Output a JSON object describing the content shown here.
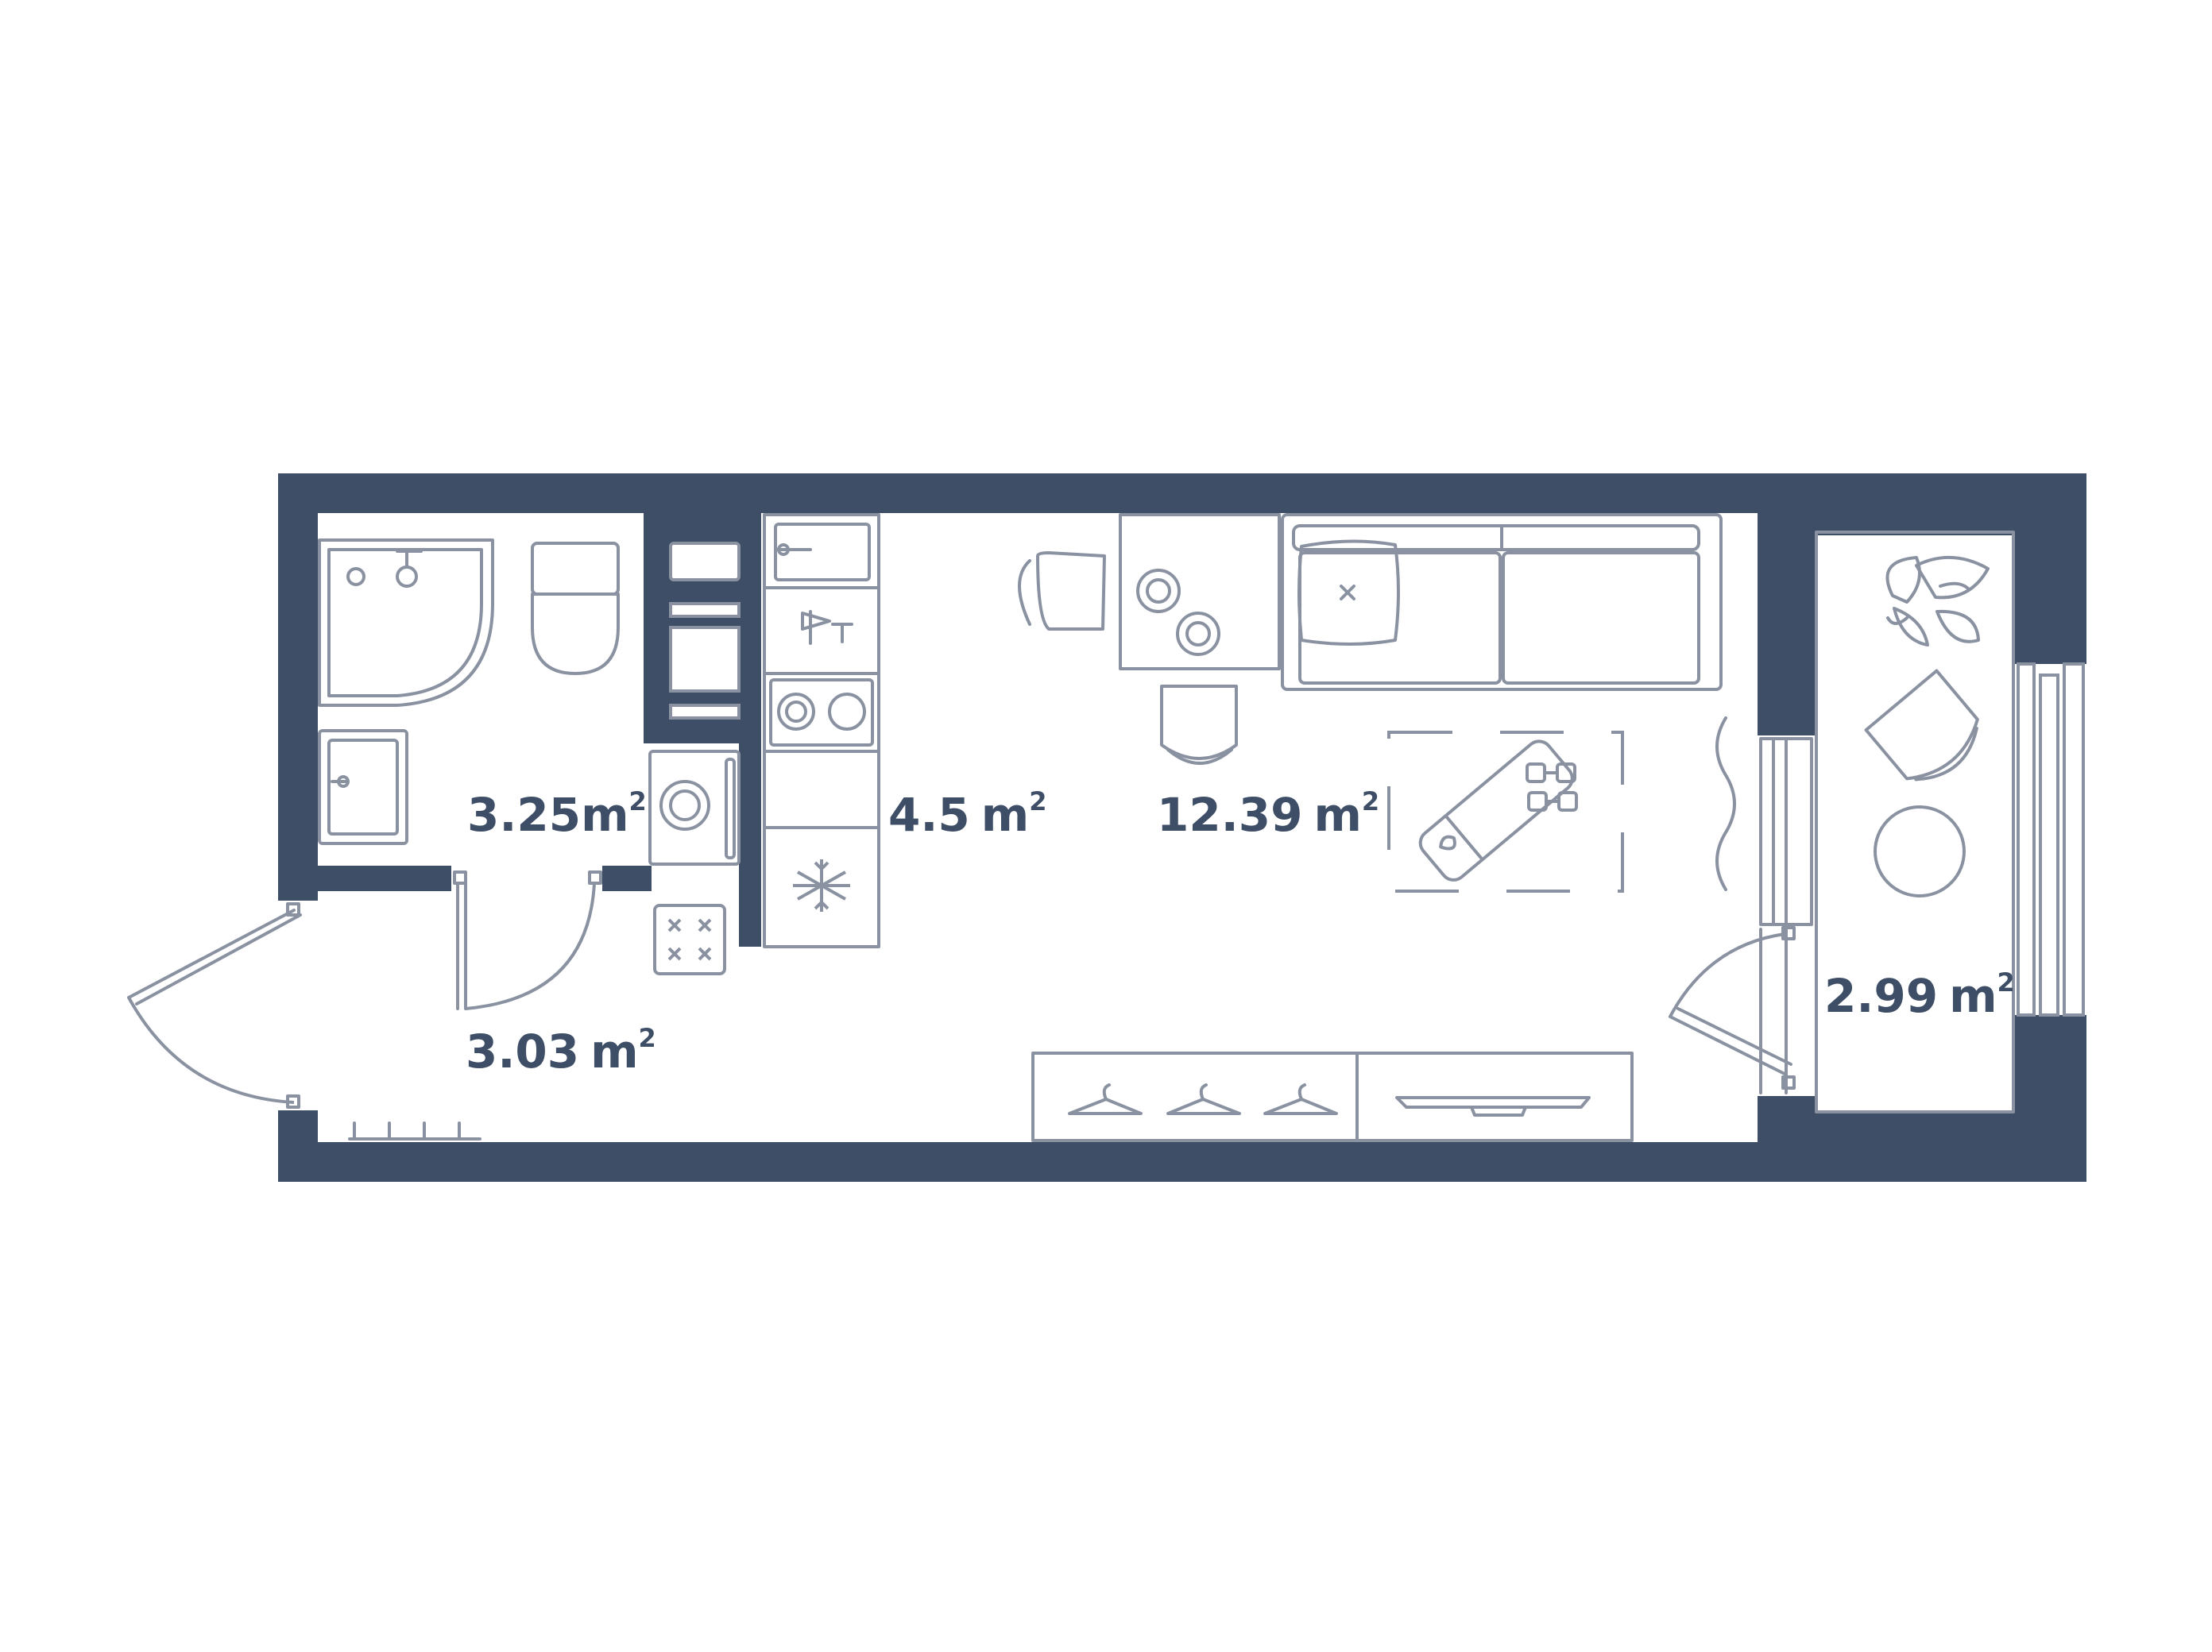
{
  "floor_plan": {
    "rooms": [
      {
        "id": "bathroom",
        "area_value": "3.25",
        "unit": "m",
        "superscript": "2"
      },
      {
        "id": "hallway",
        "area_value": "3.03",
        "unit": "m",
        "superscript": "2"
      },
      {
        "id": "kitchen",
        "area_value": "4.5",
        "unit": "m",
        "superscript": "2"
      },
      {
        "id": "living-room",
        "area_value": "12.39",
        "unit": "m",
        "superscript": "2"
      },
      {
        "id": "balcony",
        "area_value": "2.99",
        "unit": "m",
        "superscript": "2"
      }
    ],
    "colors": {
      "wall": "#3e4e66",
      "furniture_stroke": "#8a92a2",
      "background": "#ffffff",
      "label": "#3e4e66"
    },
    "icons": [
      "shower-icon",
      "toilet-icon",
      "sink-icon",
      "washing-machine-icon",
      "kitchen-sink-icon",
      "stove-icon",
      "fridge-icon",
      "oven-icon",
      "dining-table-icon",
      "chair-icon",
      "sofa-icon",
      "pillow-icon",
      "rug-icon",
      "yoga-mat-icon",
      "dumbbells-icon",
      "curtain-icon",
      "wardrobe-icon",
      "shoe-rack-icon",
      "plant-icon",
      "balcony-chair-icon",
      "balcony-table-icon",
      "door-icon",
      "window-icon"
    ]
  }
}
